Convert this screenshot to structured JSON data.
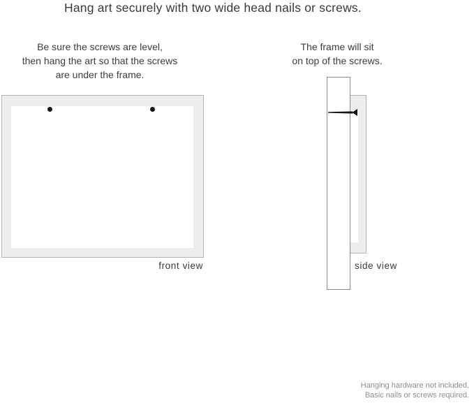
{
  "title": "Hang art securely with two wide head nails or screws.",
  "instructions": {
    "left": {
      "line1": "Be sure the screws are level,",
      "line2": "then hang the art so that the screws",
      "line3": "are under the frame."
    },
    "right": {
      "line1": "The frame will sit",
      "line2": "on top of the screws."
    }
  },
  "diagram": {
    "front_view": {
      "label": "front view",
      "nail_dots": 2
    },
    "side_view": {
      "label": "side view",
      "nail_icon": "wide-head-nail"
    }
  },
  "footer": {
    "line1": "Hanging hardware not included.",
    "line2": "Basic nails or screws required."
  },
  "colors": {
    "background": "#ffffff",
    "text_dark": "#3a3a3a",
    "text_muted": "#8f8f8f",
    "frame_fill": "#ededed",
    "frame_border": "#b3b3b3",
    "wall_border": "#8c8c8c",
    "nail": "#161616"
  }
}
